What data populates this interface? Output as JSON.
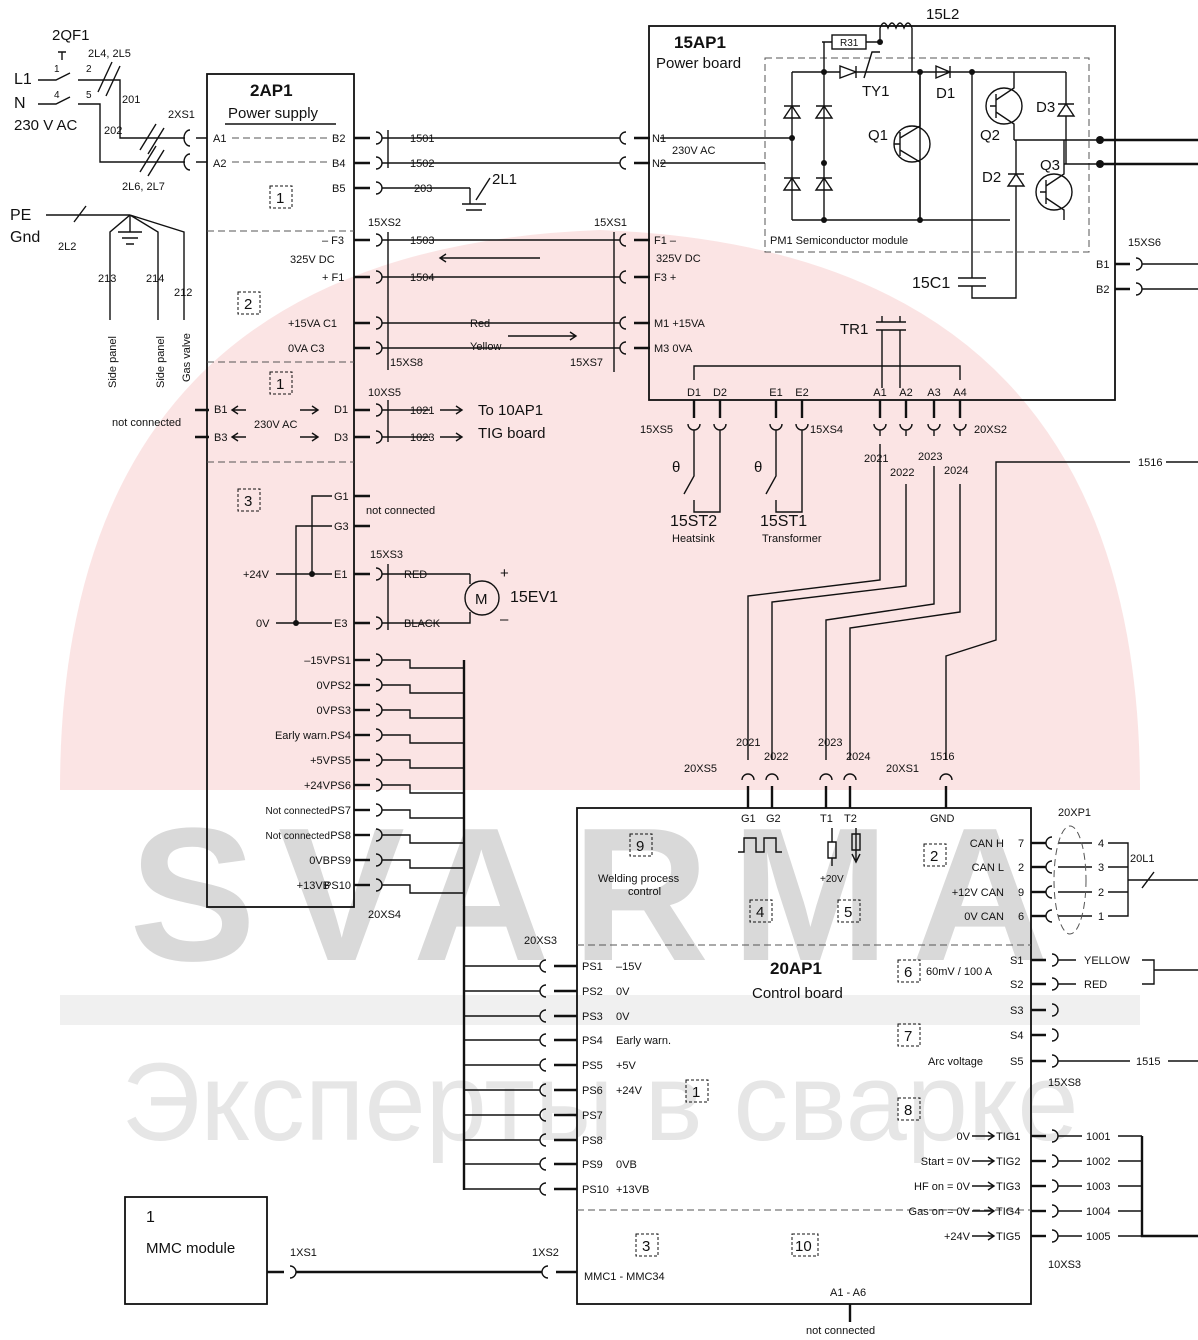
{
  "watermark": {
    "brand": "SVARMA",
    "slogan": "Эксперты в сварке",
    "brand_color": "#e33030"
  },
  "mains": {
    "breaker": "2QF1",
    "inductors": "2L4, 2L5",
    "inductors2": "2L6, 2L7",
    "L1": "L1",
    "N": "N",
    "voltage": "230 V AC",
    "wire201": "201",
    "wire202": "202",
    "connector": "2XS1",
    "pe": "PE",
    "gnd": "Gnd",
    "filter": "2L2",
    "pins": [
      "1",
      "2",
      "4",
      "5"
    ],
    "drops": [
      {
        "wire": "213",
        "label": "Side panel"
      },
      {
        "wire": "214",
        "label": "Side panel"
      },
      {
        "wire": "212",
        "label": "Gas valve"
      }
    ]
  },
  "ap2": {
    "title": "2AP1",
    "subtitle": "Power supply",
    "section_numbers": [
      "1",
      "2",
      "1",
      "3"
    ],
    "a1": "A1",
    "a2": "A2",
    "b2": "B2",
    "b4": "B4",
    "b5": "B5",
    "f3": "– F3",
    "dc": "325V DC",
    "f1": "+ F1",
    "c1": "+15VA C1",
    "c3": "0VA C3",
    "b1": "B1",
    "b3": "B3",
    "not_connected": "not connected",
    "ac230": "230V AC",
    "d1": "D1",
    "d3": "D3",
    "g1": "G1",
    "g3": "G3",
    "e1": "E1",
    "e3": "E3",
    "v24": "+24V",
    "v0": "0V",
    "g1_nc": "not connected",
    "ps": [
      {
        "label": "–15V",
        "pin": "PS1"
      },
      {
        "label": "0V",
        "pin": "PS2"
      },
      {
        "label": "0V",
        "pin": "PS3"
      },
      {
        "label": "Early warn.",
        "pin": "PS4"
      },
      {
        "label": "+5V",
        "pin": "PS5"
      },
      {
        "label": "+24V",
        "pin": "PS6"
      },
      {
        "label": "Not connected",
        "pin": "PS7"
      },
      {
        "label": "Not connected",
        "pin": "PS8"
      },
      {
        "label": "0VB",
        "pin": "PS9"
      },
      {
        "label": "+13VB",
        "pin": "PS10"
      }
    ],
    "xs4": "20XS4"
  },
  "wires": {
    "w1501": "1501",
    "w1502": "1502",
    "w203": "203",
    "l21": "2L1",
    "xs2": "15XS2",
    "w1503": "1503",
    "w1504": "1504",
    "red": "Red",
    "yellow": "Yellow",
    "xs8": "15XS8",
    "xs7": "15XS7",
    "xs5_10": "10XS5",
    "w1021": "1021",
    "w1023": "1023",
    "to10": "To 10AP1",
    "tig_board": "TIG board",
    "xs3_15": "15XS3",
    "red_m": "RED",
    "black_m": "BLACK",
    "fan": "15EV1",
    "motor": "M",
    "plus": "+",
    "minus": "–"
  },
  "ap15": {
    "title": "15AP1",
    "subtitle": "Power board",
    "l2": "15L2",
    "r31": "R31",
    "ty1": "TY1",
    "d1": "D1",
    "q1": "Q1",
    "q2": "Q2",
    "q3": "Q3",
    "d2": "D2",
    "d3": "D3",
    "pm1": "PM1  Semiconductor module",
    "c1": "15C1",
    "n1": "N1",
    "n2": "N2",
    "ac": "230V AC",
    "xs1": "15XS1",
    "f1": "F1  –",
    "dc": "325V DC",
    "f3": "F3  +",
    "m1": "M1   +15VA",
    "m3": "M3   0VA",
    "tr1": "TR1",
    "xs6": "15XS6",
    "b1": "B1",
    "b2": "B2",
    "bottom_pins": [
      "D1",
      "D2",
      "E1",
      "E2",
      "A1",
      "A2",
      "A3",
      "A4"
    ],
    "xs5": "15XS5",
    "xs4": "15XS4",
    "xs20_2": "20XS2",
    "wnums": [
      "2021",
      "2022",
      "2023",
      "2024"
    ],
    "st2": "15ST2",
    "heatsink": "Heatsink",
    "st1": "15ST1",
    "transformer": "Transformer",
    "theta": "θ",
    "w1516": "1516"
  },
  "ap20": {
    "title": "20AP1",
    "subtitle": "Control board",
    "top_wnums": [
      "2021",
      "2022",
      "2023",
      "2024",
      "1516"
    ],
    "xs5": "20XS5",
    "xs1": "20XS1",
    "top_pins": [
      "G1",
      "G2",
      "T1",
      "T2",
      "GND"
    ],
    "v20": "+20V",
    "sec9": "9",
    "welding": "Welding process",
    "control": "control",
    "sec4": "4",
    "sec5": "5",
    "sec2": "2",
    "sec6": "6",
    "sec7": "7",
    "sec8": "8",
    "sec1": "1",
    "sec3": "3",
    "sec10": "10",
    "can": [
      {
        "label": "CAN H",
        "pin": "7",
        "xp": "4"
      },
      {
        "label": "CAN L",
        "pin": "2",
        "xp": "3"
      },
      {
        "label": "+12V CAN",
        "pin": "9",
        "xp": "2"
      },
      {
        "label": "0V CAN",
        "pin": "6",
        "xp": "1"
      }
    ],
    "xp1": "20XP1",
    "l1": "20L1",
    "xs3": "20XS3",
    "ps": [
      {
        "pin": "PS1",
        "label": "–15V"
      },
      {
        "pin": "PS2",
        "label": "0V"
      },
      {
        "pin": "PS3",
        "label": "0V"
      },
      {
        "pin": "PS4",
        "label": "Early warn."
      },
      {
        "pin": "PS5",
        "label": "+5V"
      },
      {
        "pin": "PS6",
        "label": "+24V"
      },
      {
        "pin": "PS7",
        "label": ""
      },
      {
        "pin": "PS8",
        "label": ""
      },
      {
        "pin": "PS9",
        "label": "0VB"
      },
      {
        "pin": "PS10",
        "label": "+13VB"
      }
    ],
    "shunt": "60mV / 100 A",
    "s1": "S1",
    "s2": "S2",
    "s3": "S3",
    "s4": "S4",
    "s5": "S5",
    "yellow": "YELLOW",
    "red": "RED",
    "arc": "Arc voltage",
    "w1515": "1515",
    "xs8": "15XS8",
    "tig": [
      {
        "label": "0V",
        "pin": "TIG1",
        "wire": "1001"
      },
      {
        "label": "Start = 0V",
        "pin": "TIG2",
        "wire": "1002"
      },
      {
        "label": "HF on = 0V",
        "pin": "TIG3",
        "wire": "1003"
      },
      {
        "label": "Gas on = 0V",
        "pin": "TIG4",
        "wire": "1004"
      },
      {
        "label": "+24V",
        "pin": "TIG5",
        "wire": "1005"
      }
    ],
    "xs3_10": "10XS3",
    "mmc_pins": "MMC1 - MMC34",
    "xs2": "1XS2",
    "a_pins": "A1 - A6",
    "a_nc": "not connected"
  },
  "mmc": {
    "number": "1",
    "label": "MMC module",
    "xs1": "1XS1"
  }
}
